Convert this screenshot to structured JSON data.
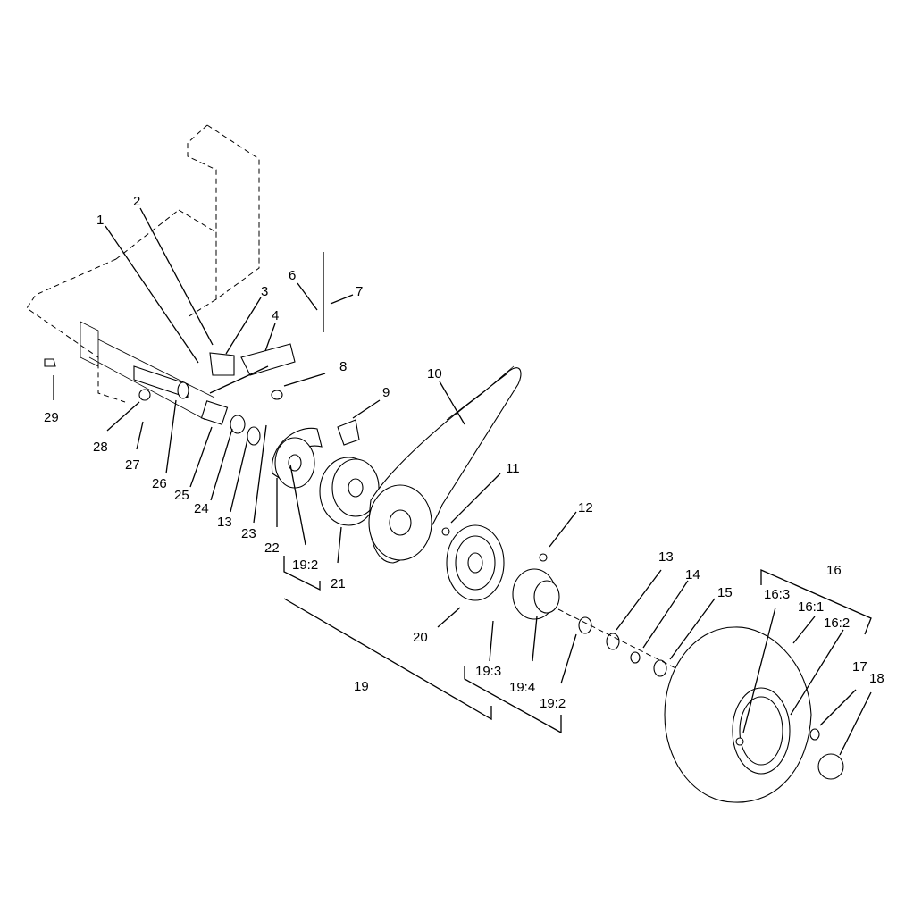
{
  "callouts": {
    "c1": "1",
    "c2": "2",
    "c3": "3",
    "c4": "4",
    "c6": "6",
    "c7": "7",
    "c8": "8",
    "c9": "9",
    "c10": "10",
    "c11": "11",
    "c12": "12",
    "c13a": "13",
    "c13b": "13",
    "c14": "14",
    "c15": "15",
    "c16": "16",
    "c16_1": "16:1",
    "c16_2": "16:2",
    "c16_3": "16:3",
    "c17": "17",
    "c18": "18",
    "c19": "19",
    "c19_2a": "19:2",
    "c19_2b": "19:2",
    "c19_3": "19:3",
    "c19_4": "19:4",
    "c20": "20",
    "c21": "21",
    "c22": "22",
    "c23": "23",
    "c24": "24",
    "c25": "25",
    "c26": "26",
    "c27": "27",
    "c28": "28",
    "c29": "29"
  }
}
